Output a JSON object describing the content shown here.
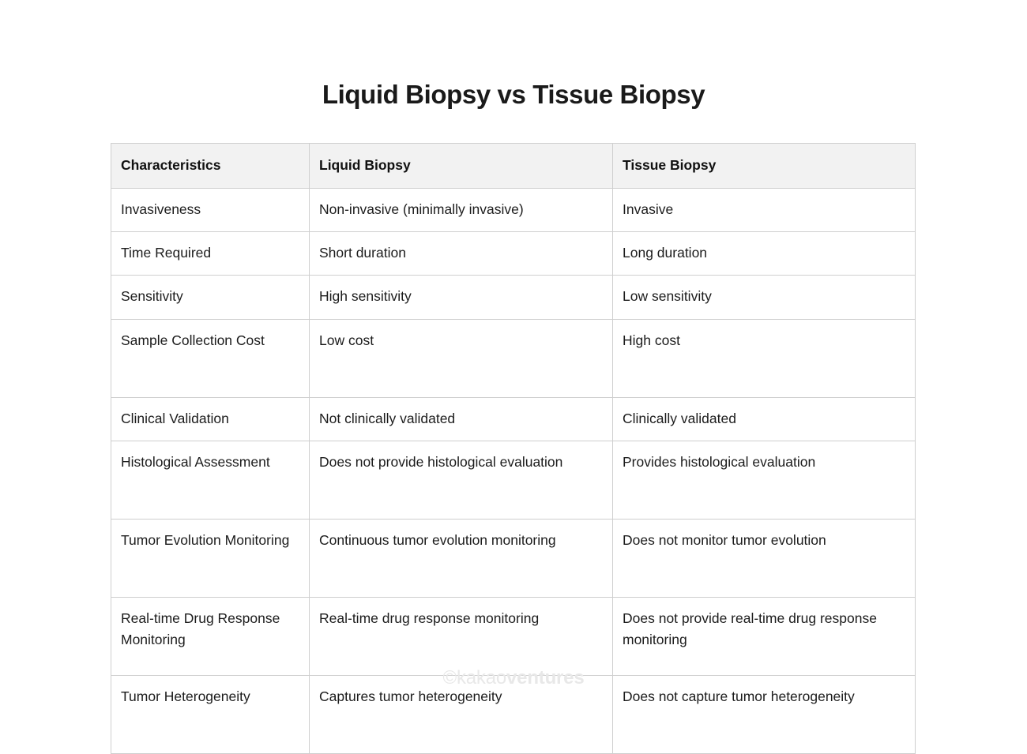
{
  "title": "Liquid Biopsy vs Tissue Biopsy",
  "table": {
    "columns": [
      "Characteristics",
      "Liquid Biopsy",
      "Tissue Biopsy"
    ],
    "rows": [
      {
        "characteristic": "Invasiveness",
        "liquid_biopsy": "Non-invasive (minimally invasive)",
        "tissue_biopsy": "Invasive"
      },
      {
        "characteristic": "Time Required",
        "liquid_biopsy": "Short duration",
        "tissue_biopsy": "Long duration"
      },
      {
        "characteristic": "Sensitivity",
        "liquid_biopsy": "High sensitivity",
        "tissue_biopsy": "Low sensitivity"
      },
      {
        "characteristic": "Sample Collection Cost",
        "liquid_biopsy": "Low cost",
        "tissue_biopsy": "High cost"
      },
      {
        "characteristic": "Clinical Validation",
        "liquid_biopsy": "Not clinically validated",
        "tissue_biopsy": "Clinically validated"
      },
      {
        "characteristic": "Histological Assessment",
        "liquid_biopsy": "Does not provide histological evaluation",
        "tissue_biopsy": "Provides histological evaluation"
      },
      {
        "characteristic": "Tumor Evolution Monitoring",
        "liquid_biopsy": "Continuous tumor evolution monitoring",
        "tissue_biopsy": "Does not monitor tumor evolution"
      },
      {
        "characteristic": "Real-time Drug Response Monitoring",
        "liquid_biopsy": "Real-time drug response monitoring",
        "tissue_biopsy": "Does not provide real-time drug response monitoring"
      },
      {
        "characteristic": "Tumor Heterogeneity",
        "liquid_biopsy": "Captures tumor heterogeneity",
        "tissue_biopsy": "Does not capture tumor heterogeneity"
      }
    ]
  },
  "watermark": {
    "copyright_symbol": "©",
    "brand_light": "kakao",
    "brand_bold": "ventures"
  },
  "colors": {
    "background": "#ffffff",
    "title_text": "#1a1a1a",
    "header_background": "#f2f2f2",
    "border": "#cfcfcf",
    "body_text": "#1c1c1c",
    "watermark_text": "#e8e8e8"
  }
}
